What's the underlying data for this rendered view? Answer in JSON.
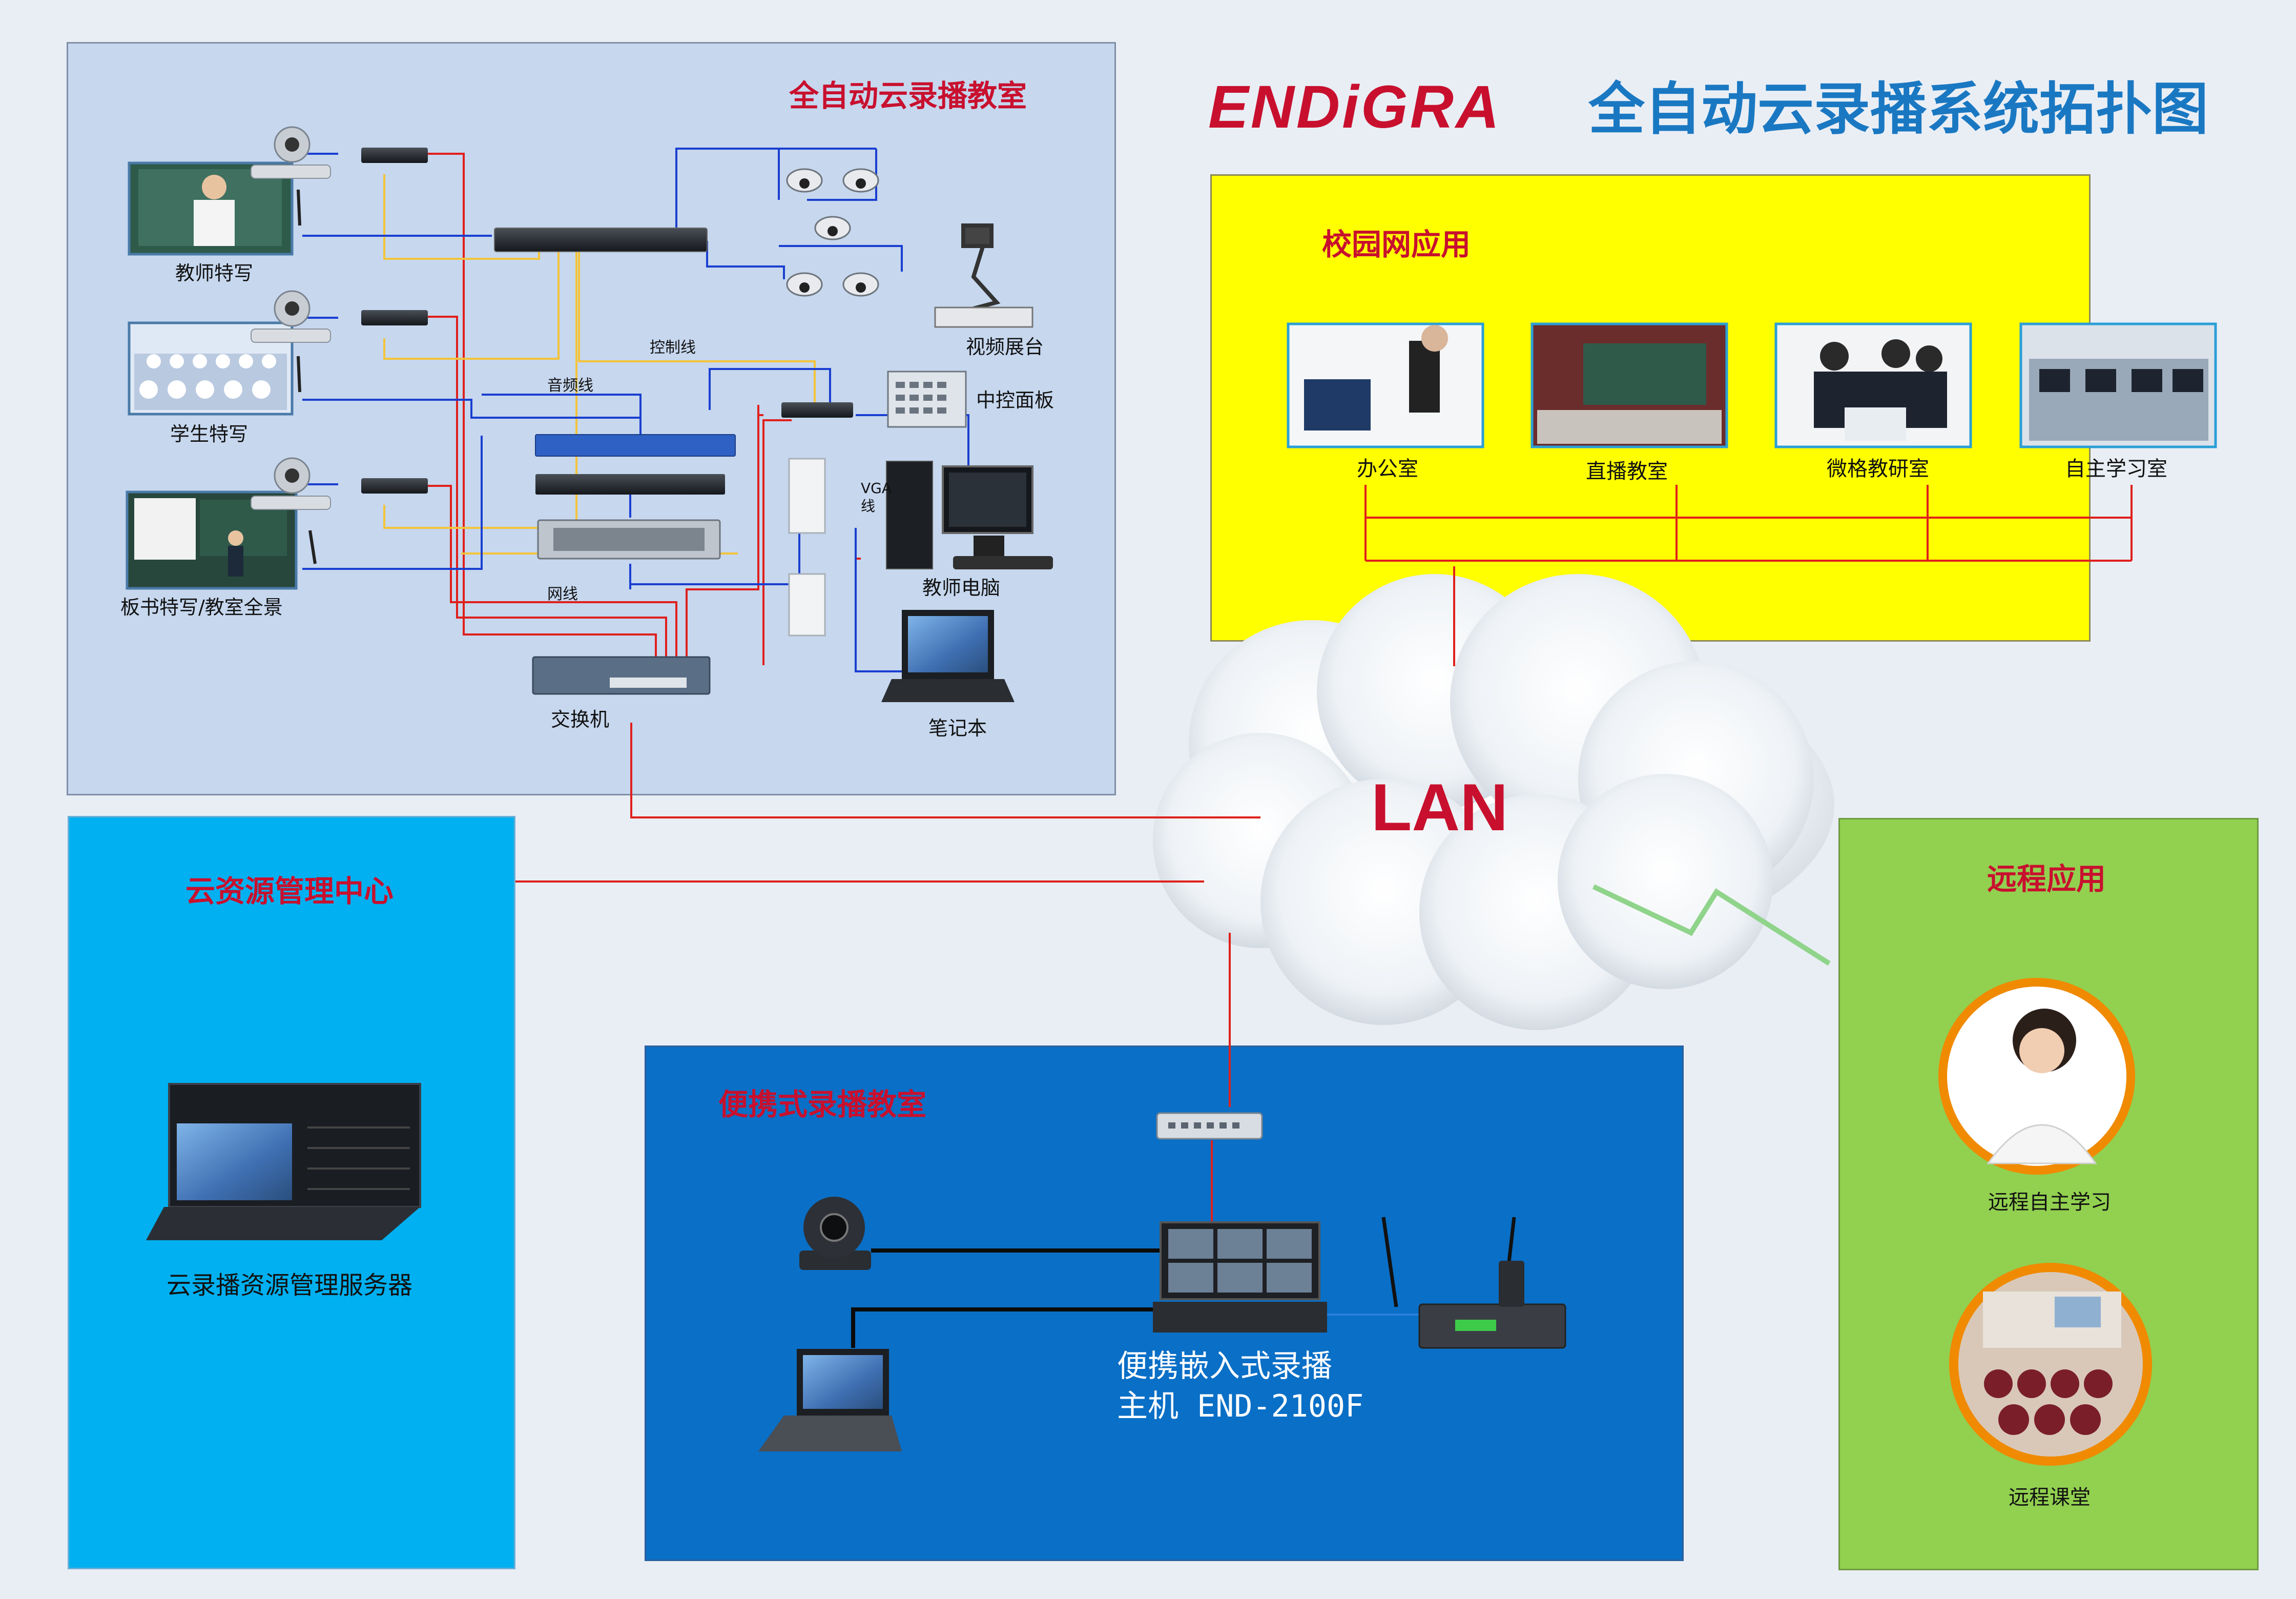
{
  "brand": "ENDiGRA",
  "title": "全自动云录播系统拓扑图",
  "classroom": {
    "title": "全自动云录播教室",
    "teacher": "教师特写",
    "student": "学生特写",
    "board": "板书特写/教室全景",
    "control_line": "控制线",
    "audio_line": "音频线",
    "network_line": "网线",
    "vga_line": "VGA\n线",
    "visualizer": "视频展台",
    "control_panel": "中控面板",
    "teacher_pc": "教师电脑",
    "laptop": "笔记本",
    "switch": "交换机"
  },
  "campus": {
    "title": "校园网应用",
    "items": [
      "办公室",
      "直播教室",
      "微格教研室",
      "自主学习室"
    ]
  },
  "lan": "LAN",
  "cloud_center": {
    "title": "云资源管理中心",
    "server": "云录播资源管理服务器"
  },
  "portable": {
    "title": "便携式录播教室",
    "host_line1": "便携嵌入式录播",
    "host_line2": "主机 END-2100F"
  },
  "remote": {
    "title": "远程应用",
    "items": [
      "远程自主学习",
      "远程课堂"
    ]
  },
  "colors": {
    "accent_red": "#c8102e",
    "title_blue": "#1a78c2",
    "classroom_bg": "#c6d7ee",
    "campus_bg": "#ffff00",
    "cloud_bg": "#00b0f0",
    "portable_bg": "#0a6fc6",
    "remote_bg": "#92d050"
  }
}
